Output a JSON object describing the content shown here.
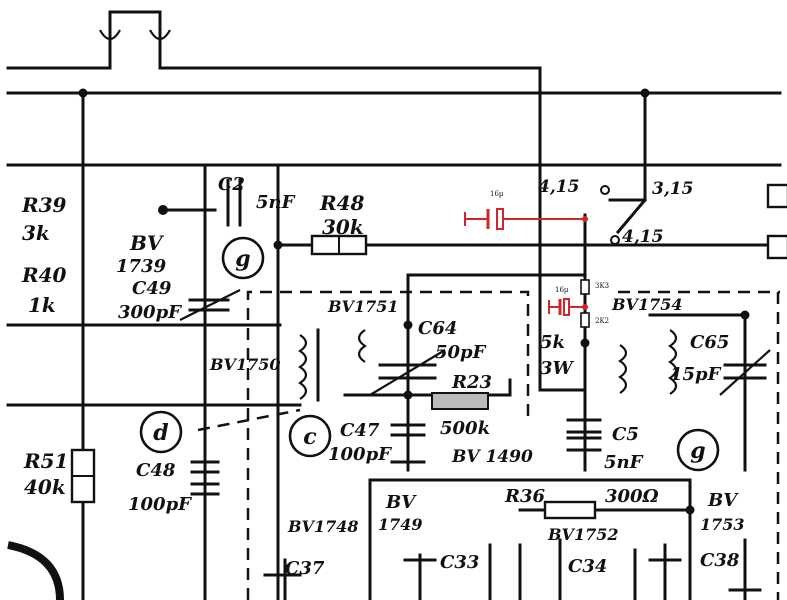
{
  "diagram": {
    "labels": {
      "r39": "R39",
      "r39_val": "3k",
      "r40": "R40",
      "r40_val": "1k",
      "c2": "C2",
      "c2_val": "5nF",
      "bv1739": "BV",
      "bv1739_num": "1739",
      "c49": "C49",
      "c49_val": "300pF",
      "g1": "g",
      "r48": "R48",
      "r48_val": "30k",
      "bv1750": "BV1750",
      "bv1751": "BV1751",
      "c64": "C64",
      "c64_val": "50pF",
      "r23": "R23",
      "r23_val": "500k",
      "c47": "C47",
      "c47_val": "100pF",
      "c_circle": "c",
      "d_circle": "d",
      "r51": "R51",
      "r51_val": "40k",
      "c48": "C48",
      "c48_val": "100pF",
      "sw1": "4,15",
      "sw2": "3,15",
      "sw3": "4,15",
      "res_5k": "5k",
      "res_3w": "3W",
      "bv1754": "BV1754",
      "c65": "C65",
      "c65_val": "15pF",
      "g2": "g",
      "c5": "C5",
      "c5_val": "5nF",
      "bv1490": "BV 1490",
      "r36": "R36",
      "r36_val": "300Ω",
      "bv1753": "BV",
      "bv1753_num": "1753",
      "bv1748": "BV1748",
      "bv1749": "BV",
      "bv1749_num": "1749",
      "bv1752": "BV1752",
      "c37": "C37",
      "c33": "C33",
      "c34": "C34",
      "c38": "C38"
    },
    "annotations": {
      "cap_top": "16µ",
      "cap_mid": "16µ",
      "res_top": "3K3",
      "res_bot": "2K2"
    },
    "colors": {
      "ink": "#111111",
      "annotation": "#d0262b"
    }
  }
}
